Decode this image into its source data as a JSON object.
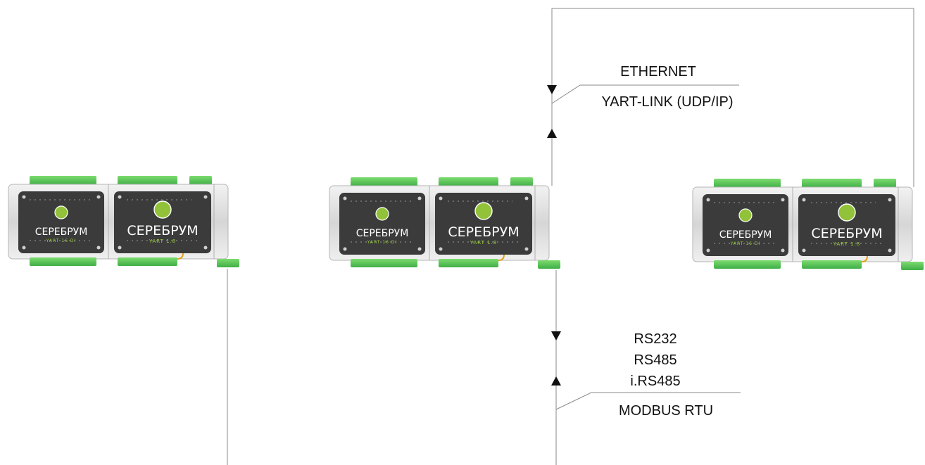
{
  "ethernet_link": {
    "interface_label": "ETHERNET",
    "protocol_label": "YART-LINK (UDP/IP)"
  },
  "serial_link": {
    "interfaces": [
      "RS232",
      "RS485",
      "i.RS485"
    ],
    "protocol_label": "MODBUS RTU"
  },
  "devices": [
    {
      "brand_left": "СЕРЕБРУМ",
      "model_left": "YART 16 DI",
      "brand_right": "СЕРЕБРУМ",
      "model_right": "YART 1.8"
    },
    {
      "brand_left": "СЕРЕБРУМ",
      "model_left": "YART 16 DI",
      "brand_right": "СЕРЕБРУМ",
      "model_right": "YART 1.8"
    },
    {
      "brand_left": "СЕРЕБРУМ",
      "model_left": "YART 16 DI",
      "brand_right": "СЕРЕБРУМ",
      "model_right": "YART 1.8"
    }
  ],
  "colors": {
    "terminal_green": "#5fc85a",
    "module_dark": "#3b3b3b",
    "housing_grey": "#d9d9d9",
    "line": "#8a8a8a",
    "accent_green": "#9bd13a"
  }
}
